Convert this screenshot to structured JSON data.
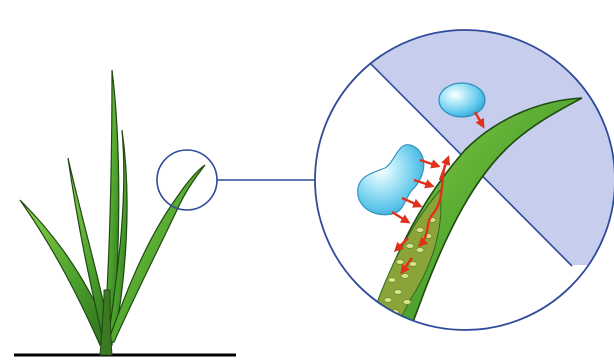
{
  "figure": {
    "subject": "plant-leaf-water-absorption",
    "labels": []
  },
  "colors": {
    "background": "#ffffff",
    "outline": "#2f4b9a",
    "leaf_dark": "#2f6b1e",
    "leaf_mid": "#4aa02c",
    "leaf_light": "#8ed14a",
    "zoom_sky": "#c7cdec",
    "inner_tissue": "#8aa43a",
    "cells": "#d7e08a",
    "water": "#7fd4f0",
    "water_highlight": "#ffffff",
    "arrows": "#e0311d",
    "ground": "#000000"
  },
  "icons": [
    "plant-illustration",
    "magnifier-circle",
    "zoom-circle",
    "water-droplet",
    "flow-arrow"
  ]
}
